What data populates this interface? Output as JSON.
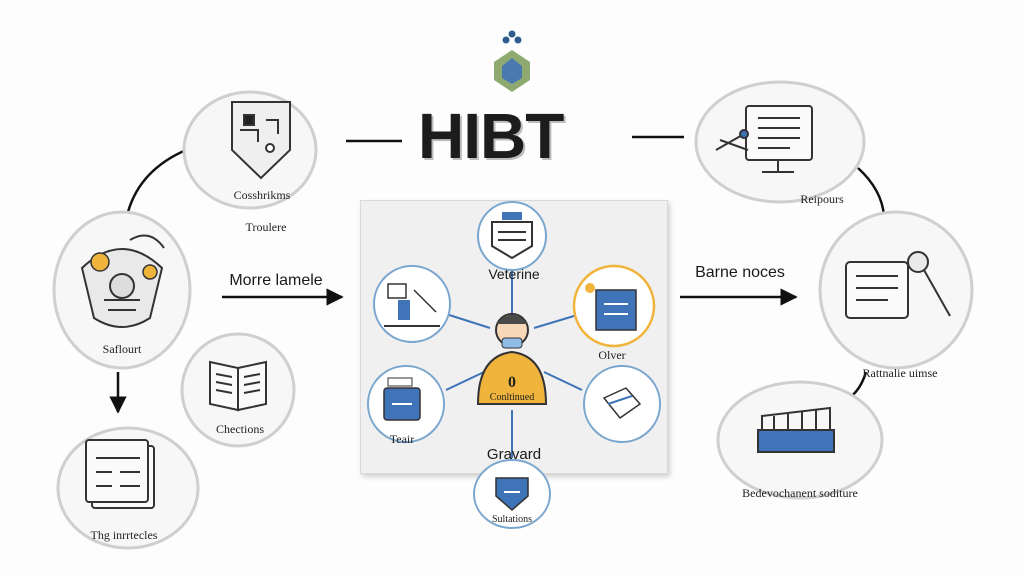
{
  "title": "HIBT",
  "labels": {
    "constraints": "Cosshrikms",
    "trouble": "Troulere",
    "sailourt": "Saflourt",
    "chections": "Chections",
    "templates": "Thg inrrtecles",
    "repairs": "Reipours",
    "ratnalie": "Rattnalie uimse",
    "bedevochant": "Bedevochanent soditure",
    "more_lamele": "Morre lamele",
    "barne_noces": "Barne noces",
    "veterine": "Veterine",
    "olver": "Olver",
    "teair": "Teair",
    "gravard": "Gravard",
    "continued": "Conltinued",
    "badge_num": "0",
    "sultations": "Sultations"
  },
  "colors": {
    "accent_blue": "#3f74b8",
    "accent_yellow": "#f0b43c",
    "ring_gray": "#cfcfcf",
    "ink": "#222222"
  }
}
